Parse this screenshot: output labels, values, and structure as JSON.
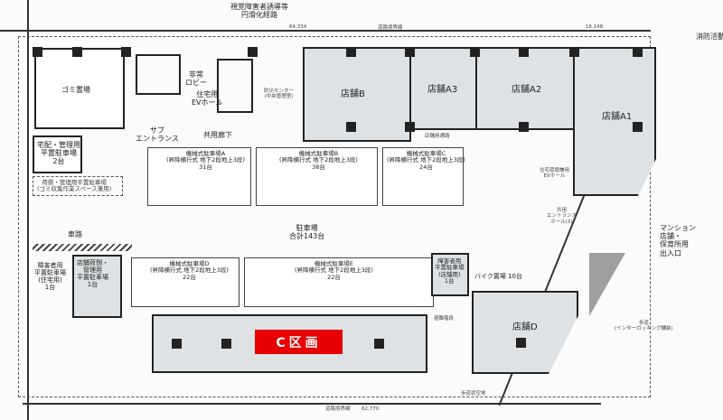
{
  "top": {
    "route_label": "視覚障害者誘導等\n円滑化経路",
    "dim_1": "64,334",
    "dim_2": "16,148",
    "boundary": "道路境界線",
    "fire": "消防活動"
  },
  "shops": {
    "b": "店舗B",
    "a3": "店舗A3",
    "a2": "店舗A2",
    "a1": "店舗A1",
    "d": "店舗D"
  },
  "rooms": {
    "garbage": "ゴミ置場",
    "ev_hall": "住宅用\nEVホール",
    "emergency_lobby": "非常\nロビー",
    "sub_entrance": "サブ\nエントランス",
    "corridor": "共用廊下",
    "disaster_center": "防災センター\n(中央管理室)",
    "delivery_parking": "宅配・管理用\n平置駐車場\n2台",
    "loading_parking": "荷捌・管理用平置駐車場\n(ゴミ収集作業スペース兼用)",
    "shop_passage": "店舗用通路",
    "res_ev_hall": "住宅荷捌兼用\nEVホール",
    "entrance_hall": "共用\nエントランス\nホール(1)",
    "driveway": "車路",
    "accessible_res": "障害者用\n平置駐車場\n(住宅用)\n1台",
    "shop_loading": "店舗荷捌・\n管理用\n平置駐車場\n1台",
    "accessible_shop": "障害者用\n平置駐車場\n(店舗用)\n1台",
    "bike": "バイク置場 10台",
    "stairs": "避難階段",
    "parking_total": "駐車場\n合計143台"
  },
  "mech_parking": [
    {
      "name": "機械式駐車場A",
      "type": "(昇降横行式 地下2段地上3段)",
      "count": "31台"
    },
    {
      "name": "機械式駐車場B",
      "type": "(昇降横行式 地下2段地上3段)",
      "count": "38台"
    },
    {
      "name": "機械式駐車場C",
      "type": "(昇降横行式 地下2段地上3段)",
      "count": "24台"
    },
    {
      "name": "機械式駐車場D",
      "type": "(昇降横行式 地下2段地上3段)",
      "count": "22台"
    },
    {
      "name": "機械式駐車場E",
      "type": "(昇降横行式 地下2段地上3段)",
      "count": "22台"
    }
  ],
  "outside": {
    "entrance": "マンション\n店舗・\n保育所用\n出入口",
    "sidewalk": "歩道\n(インターロッキング舗装)",
    "sidewalk_space": "歩道状空地",
    "bottom_dim": "62,770",
    "bottom_boundary": "道路境界線"
  },
  "highlight": {
    "label": "C区画",
    "color": "#e60000"
  }
}
